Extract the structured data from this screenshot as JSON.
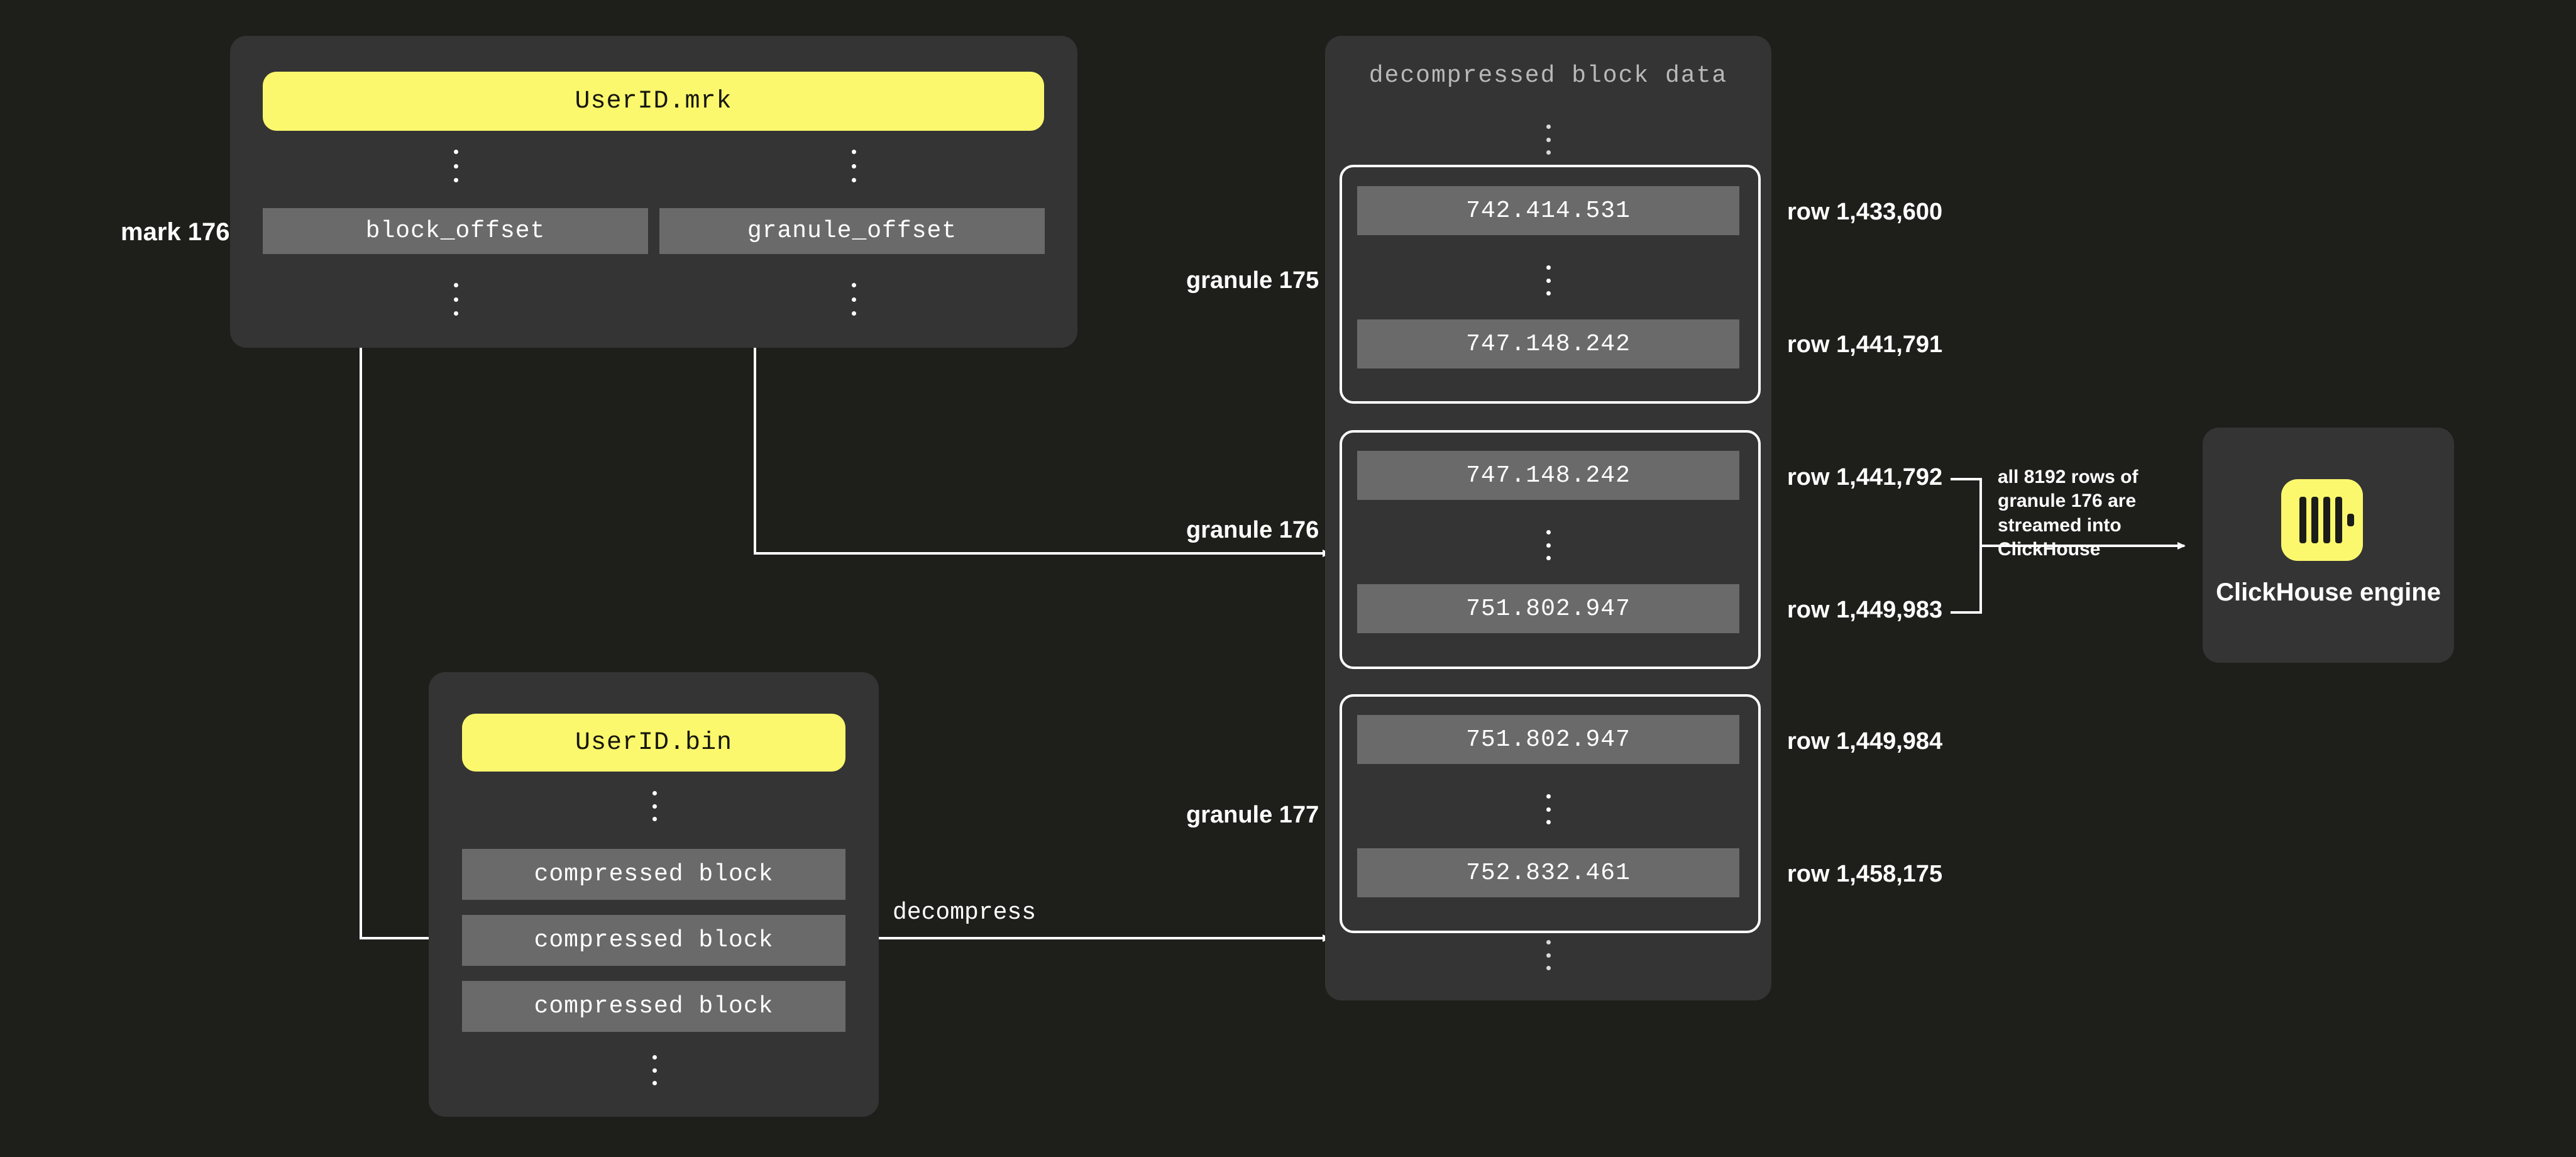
{
  "diagram": {
    "title": "ClickHouse mark file to granule lookup",
    "background_color": "#1e1f1b",
    "panel_color": "#343434",
    "accent_color": "#fbf86d",
    "row_color": "#6a6a6a"
  },
  "mark_file": {
    "badge_label": "UserID.mrk",
    "mark_label": "mark 176",
    "columns": [
      {
        "label": "block_offset"
      },
      {
        "label": "granule_offset"
      }
    ]
  },
  "bin_file": {
    "badge_label": "UserID.bin",
    "blocks": [
      {
        "label": "compressed block"
      },
      {
        "label": "compressed block"
      },
      {
        "label": "compressed block"
      }
    ]
  },
  "edges": {
    "decompress_label": "decompress",
    "granule_175_label": "granule 175",
    "granule_176_label": "granule 176",
    "granule_177_label": "granule 177",
    "stream_note": "all 8192 rows of granule 176 are streamed into ClickHouse"
  },
  "decompressed": {
    "title": "decompressed block data",
    "granules": [
      {
        "name": "granule 175",
        "first_value": "742.414.531",
        "last_value": "747.148.242",
        "first_row": "row 1,433,600",
        "last_row": "row 1,441,791"
      },
      {
        "name": "granule 176",
        "first_value": "747.148.242",
        "last_value": "751.802.947",
        "first_row": "row 1,441,792",
        "last_row": "row 1,449,983"
      },
      {
        "name": "granule 177",
        "first_value": "751.802.947",
        "last_value": "752.832.461",
        "first_row": "row 1,449,984",
        "last_row": "row 1,458,175"
      }
    ]
  },
  "engine": {
    "caption": "ClickHouse engine",
    "logo_name": "clickhouse-logo"
  }
}
